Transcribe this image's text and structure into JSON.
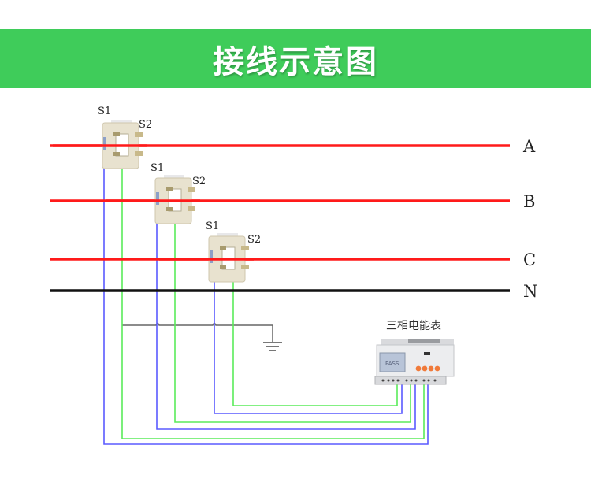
{
  "header": {
    "title": "接线示意图",
    "background_color": "#3fcc5a"
  },
  "diagram": {
    "phases": [
      {
        "label": "A",
        "color": "#ff1a1a"
      },
      {
        "label": "B",
        "color": "#ff1a1a"
      },
      {
        "label": "C",
        "color": "#ff1a1a"
      },
      {
        "label": "N",
        "color": "#111111"
      }
    ],
    "current_transformers": [
      {
        "id": "CT-A",
        "phase": "A",
        "terminal_1": "S1",
        "terminal_2": "S2"
      },
      {
        "id": "CT-B",
        "phase": "B",
        "terminal_1": "S1",
        "terminal_2": "S2"
      },
      {
        "id": "CT-C",
        "phase": "C",
        "terminal_1": "S1",
        "terminal_2": "S2"
      }
    ],
    "meter": {
      "label": "三相电能表",
      "display_text": "PASS"
    },
    "wire_colors": {
      "s1": "#5a5aff",
      "s2": "#5aeb5a",
      "ground": "#666666"
    },
    "ground_symbol": "ground-icon"
  }
}
